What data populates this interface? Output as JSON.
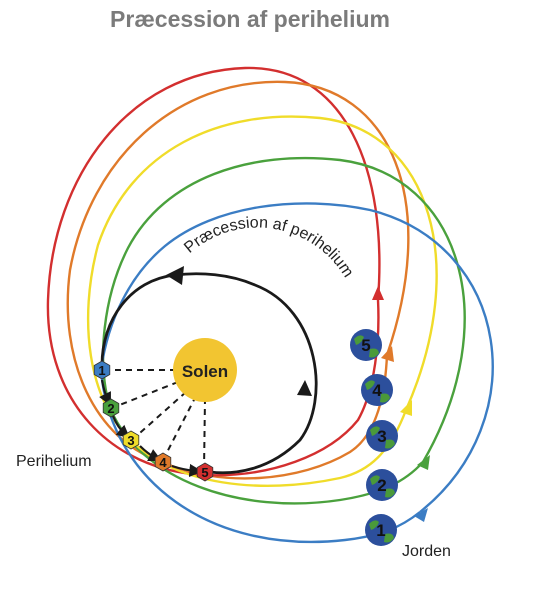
{
  "title": "Præcession af perihelium",
  "sun_label": "Solen",
  "arc_label": "Præcession af perihelium",
  "perihelion_label": "Perihelium",
  "earth_label": "Jorden",
  "positions": [
    {
      "number": "1",
      "color": "#3b7dc4"
    },
    {
      "number": "2",
      "color": "#4aa13d"
    },
    {
      "number": "3",
      "color": "#f0dc2a"
    },
    {
      "number": "4",
      "color": "#e07a2a"
    },
    {
      "number": "5",
      "color": "#d32f2f"
    }
  ],
  "colors": {
    "title": "#7b7b7b",
    "sun": "#f2c531",
    "earth_ocean": "#2c4f9c",
    "earth_land": "#4a9a3a",
    "arrow": "#1a1a1a"
  }
}
